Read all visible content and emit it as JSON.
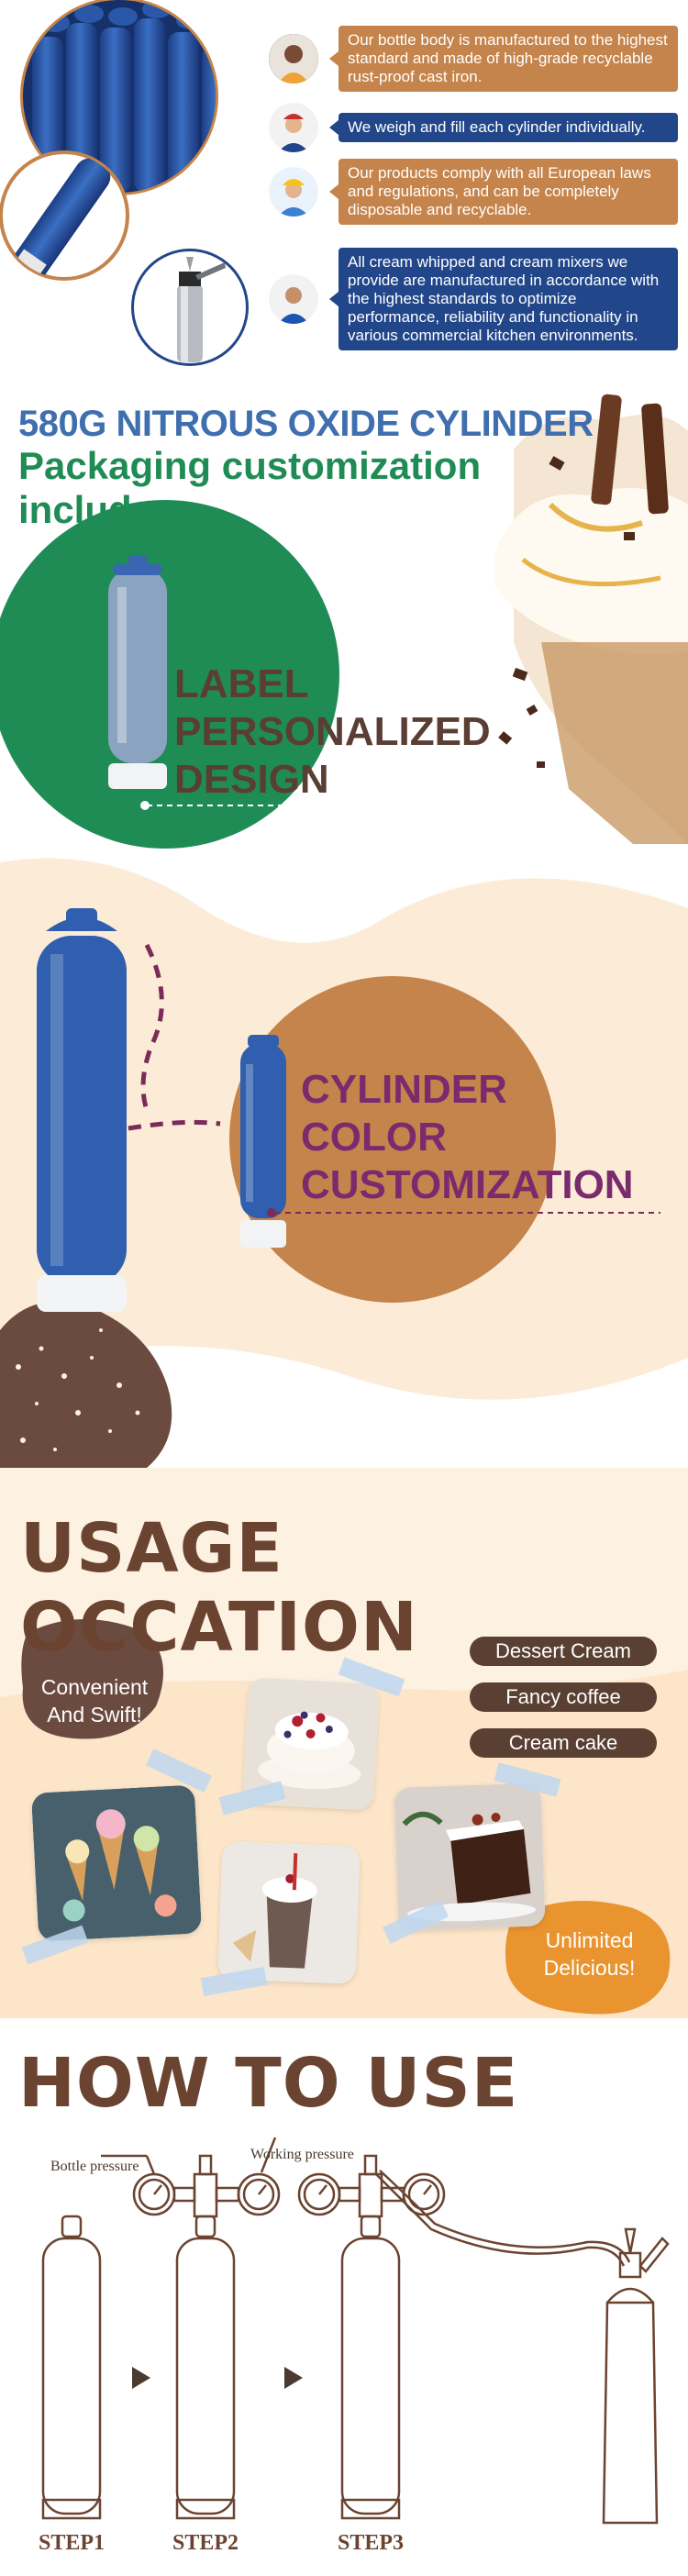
{
  "features": [
    {
      "text": "Our bottle body is manufactured to the highest standard and made of high-grade recyclable rust-proof cast iron.",
      "color": "#c5844b"
    },
    {
      "text": "We weigh and fill each cylinder individually.",
      "color": "#22468a"
    },
    {
      "text": "Our products comply with all European laws and regulations, and can be completely disposable and recyclable.",
      "color": "#c5844b"
    },
    {
      "text": "All cream whipped and cream mixers we provide are manufactured in accordance with the highest standards to optimize performance, reliability and functionality in various commercial kitchen environments.",
      "color": "#22468a"
    }
  ],
  "customization": {
    "title_line1": "580G NITROUS OXIDE CYLINDER",
    "title_line2": "Packaging customization include",
    "label_option": [
      "LABEL",
      "PERSONALIZED",
      "DESIGN"
    ],
    "color_option": [
      "CYLINDER",
      "COLOR",
      "CUSTOMIZATION"
    ]
  },
  "usage": {
    "heading": "USAGE OCCATION",
    "tags": [
      "Dessert Cream",
      "Fancy coffee",
      "Cream cake"
    ],
    "blob_left": [
      "Convenient",
      "And Swift!"
    ],
    "blob_right": [
      "Unlimited",
      "Delicious!"
    ]
  },
  "how_to_use": {
    "heading": "HOW TO USE",
    "bottle_pressure": "Bottle pressure",
    "working_pressure": "Working pressure",
    "steps": [
      "STEP1",
      "STEP2",
      "STEP3"
    ]
  },
  "colors": {
    "brown": "#6b4431",
    "orange": "#c5844b",
    "navy": "#22468a",
    "green": "#1f8c55",
    "cylinder_blue": "#2f5fae"
  }
}
